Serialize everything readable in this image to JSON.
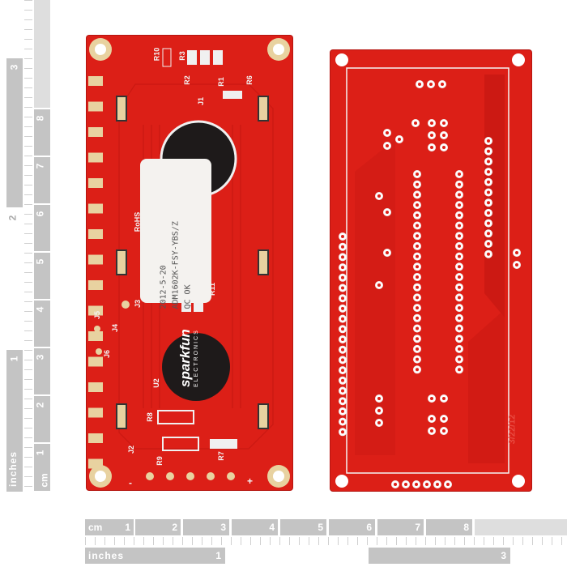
{
  "ruler_bottom": {
    "cm_label": "cm",
    "cm_ticks": [
      "1",
      "2",
      "3",
      "4",
      "5",
      "6",
      "7",
      "8"
    ],
    "inch_label": "inches",
    "inch_ticks": [
      "1",
      "3"
    ]
  },
  "ruler_left": {
    "cm_label": "cm",
    "cm_ticks": [
      "1",
      "2",
      "3",
      "4",
      "5",
      "6",
      "7",
      "8"
    ],
    "inch_label": "inches",
    "inch_ticks": [
      "1",
      "2",
      "3"
    ]
  },
  "left_board": {
    "sticker": {
      "date": "2012-5-20",
      "part": "ADM1602K-FSY-YBS/Z",
      "qc": "QC OK"
    },
    "silkscreen": [
      "R10",
      "R3",
      "R2",
      "R1",
      "R6",
      "J1",
      "R11",
      "J3",
      "J5",
      "J4",
      "J6",
      "U2",
      "R8",
      "J2",
      "R9",
      "R7",
      "RoHS",
      "-",
      "+"
    ],
    "logo": {
      "brand": "sparkfun",
      "sub": "ELECTRONICS"
    }
  },
  "right_board": {
    "date_code": "3/22/12"
  },
  "colors": {
    "pcb": "#dc1f17",
    "silk": "#f3f3f3",
    "pad": "#e8d2a0",
    "ruler": "#c4c4c4"
  }
}
